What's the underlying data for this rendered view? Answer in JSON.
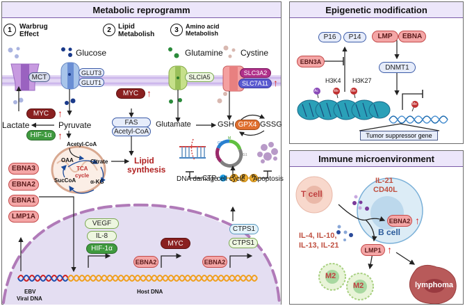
{
  "panels": {
    "metabolic": {
      "title": "Metabolic reprogramm",
      "sections": [
        {
          "number": "1",
          "label_line1": "Warbrug",
          "label_line2": "Effect"
        },
        {
          "number": "2",
          "label_line1": "Lipid",
          "label_line2": "Metabolish"
        },
        {
          "number": "3",
          "label_line1": "Amino acid",
          "label_line2": "Metabolish"
        }
      ],
      "warburg": {
        "glucose": "Glucose",
        "mct": "MCT",
        "glut3": "GLUT3",
        "glut1": "GLUT1",
        "myc": "MYC",
        "hif1a": "HIF-1α",
        "lactate": "Lactate",
        "pyruvate": "Pyruvate",
        "acetyl_coa": "Acetyl-CoA",
        "tca_line1": "TCA",
        "tca_line2": "cycle",
        "oaa": "OAA",
        "citrate": "Citrate",
        "succoa": "SucCoA",
        "akg": "α-KG"
      },
      "lipid": {
        "myc": "MYC",
        "fas": "FAS",
        "acetyl_coa": "Acetyl-CoA",
        "lipid_line1": "Lipid",
        "lipid_line2": "synthesis"
      },
      "amino": {
        "glutamine": "Glutamine",
        "cystine": "Cystine",
        "slc1a5": "SLCIA5",
        "slc3a2": "SLC3A2",
        "slc7a11": "SLC7A11",
        "glutamate": "Glutamate",
        "gsh": "GSH",
        "gpx4": "GPX4",
        "gssg": "GSSG",
        "dna_damage": "DNA damage",
        "cell_cycle": "cell cycle",
        "apoptosis": "Apoptosis",
        "ctp": "CTP",
        "phosphate": "P",
        "cycle_phases": [
          "M",
          "G2",
          "S",
          "G1"
        ]
      },
      "viral_proteins": [
        "EBNA3",
        "EBNA2",
        "EBNA1",
        "LMP1A"
      ],
      "nucleus": {
        "vegf": "VEGF",
        "il8": "IL-8",
        "hif1a": "HIF-1α",
        "myc": "MYC",
        "ebna2_a": "EBNA2",
        "ebna2_b": "EBNA2",
        "ctps1_a": "CTPS1",
        "ctps1_b": "CTPS1",
        "ebv_line1": "EBV",
        "ebv_line2": "Viral DNA",
        "host_dna": "Host DNA"
      }
    },
    "epigenetic": {
      "title": "Epigenetic modification",
      "p16": "P16",
      "p14": "P14",
      "lmp": "LMP",
      "ebna": "EBNA",
      "ebn3a": "EBN3A",
      "dnmt1": "DNMT1",
      "h3k4": "H3K4",
      "h3k27": "H3K27",
      "ac": "Ac",
      "me": "Me",
      "tumor_suppressor": "Tumor suppressor gene"
    },
    "immune": {
      "title": "Immune microenvironment",
      "t_cell": "T cell",
      "b_cell": "B cell",
      "il21_cd40l_line1": "IL-21",
      "il21_cd40l_line2": "CD40L",
      "cytokines_line1": "IL-4, IL-10,",
      "cytokines_line2": "IL-13, IL-21",
      "ebna2": "EBNA2",
      "lmp1": "LMP1",
      "m2": "M2",
      "lymphoma": "lymphoma"
    }
  },
  "colors": {
    "header_bg": "#ece6fa",
    "upregulation_arrow": "#d42020",
    "lipid_text": "#b02020",
    "membrane": "#d9c8f0"
  },
  "icons": {
    "upregulation": "↑"
  }
}
